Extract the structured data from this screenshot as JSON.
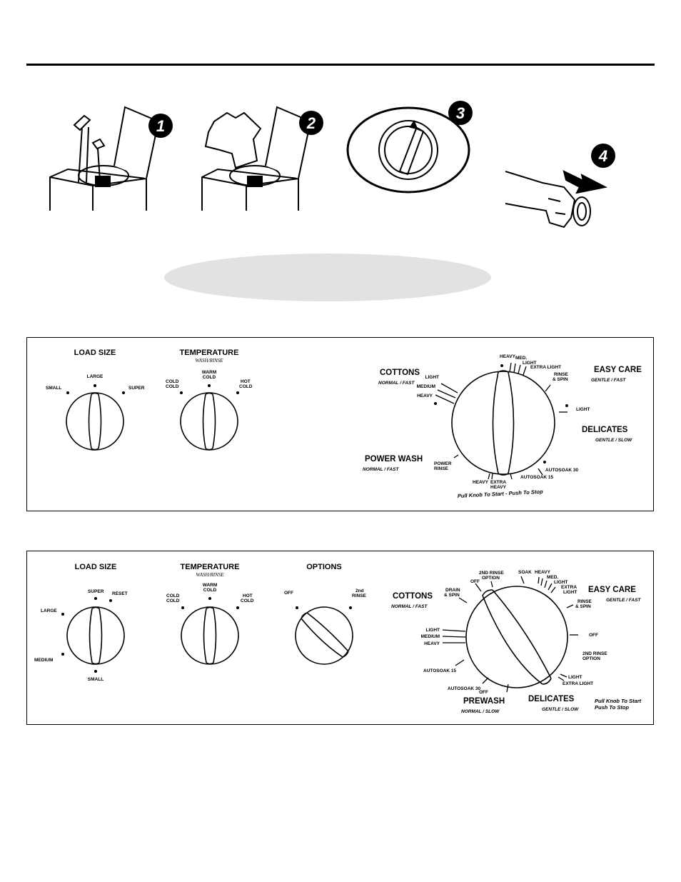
{
  "steps": [
    {
      "number": "1",
      "icon": "washer-open-lid-with-detergent"
    },
    {
      "number": "2",
      "icon": "washer-loading-clothes"
    },
    {
      "number": "3",
      "icon": "control-knob-oval"
    },
    {
      "number": "4",
      "icon": "hand-pulling-knob"
    }
  ],
  "panel1": {
    "load_size": {
      "title": "LOAD SIZE",
      "small": "SMALL",
      "large": "LARGE",
      "super": "SUPER"
    },
    "temperature": {
      "title": "TEMPERATURE",
      "subtitle": "WASH/RINSE",
      "cold1": "COLD",
      "cold2": "COLD",
      "warm1": "WARM",
      "warm2": "COLD",
      "hot1": "HOT",
      "hot2": "COLD"
    },
    "cycle": {
      "cottons": "COTTONS",
      "cottons_sub": "NORMAL / FAST",
      "easy_care": "EASY CARE",
      "easy_care_sub": "GENTLE / FAST",
      "delicates": "DELICATES",
      "delicates_sub": "GENTLE / SLOW",
      "power_wash": "POWER WASH",
      "power_wash_sub": "NORMAL / FAST",
      "light": "LIGHT",
      "medium": "MEDIUM",
      "heavy": "HEAVY",
      "ec_heavy": "HEAVY",
      "ec_med": "MED.",
      "ec_light": "LIGHT",
      "ec_extra_light": "EXTRA LIGHT",
      "rinse1": "RINSE",
      "rinse2": "& SPIN",
      "del_light": "LIGHT",
      "autosoak30": "AUTOSOAK 30",
      "autosoak15": "AUTOSOAK 15",
      "pw_heavy": "HEAVY",
      "extra1": "EXTRA",
      "extra2": "HEAVY",
      "power_rinse1": "POWER",
      "power_rinse2": "RINSE",
      "pull_note": "Pull Knob To Start - Push To Stop"
    }
  },
  "panel2": {
    "load_size": {
      "title": "LOAD SIZE",
      "large": "LARGE",
      "super": "SUPER",
      "reset": "RESET",
      "medium": "MEDIUM",
      "small": "SMALL"
    },
    "temperature": {
      "title": "TEMPERATURE",
      "subtitle": "WASH/RINSE",
      "cold1": "COLD",
      "cold2": "COLD",
      "warm1": "WARM",
      "warm2": "COLD",
      "hot1": "HOT",
      "hot2": "COLD"
    },
    "options": {
      "title": "OPTIONS",
      "off": "OFF",
      "rinse1": "2nd",
      "rinse2": "RINSE"
    },
    "cycle": {
      "cottons": "COTTONS",
      "cottons_sub": "NORMAL / FAST",
      "easy_care": "EASY CARE",
      "easy_care_sub": "GENTLE / FAST",
      "delicates": "DELICATES",
      "delicates_sub": "GENTLE / SLOW",
      "prewash": "PREWASH",
      "prewash_sub": "NORMAL / SLOW",
      "drain1": "DRAIN",
      "drain2": "& SPIN",
      "top_off": "OFF",
      "opt1": "2ND RINSE",
      "opt2": "OPTION",
      "soak": "SOAK",
      "ec_heavy": "HEAVY",
      "ec_med": "MED.",
      "ec_light": "LIGHT",
      "ec_extra1": "EXTRA",
      "ec_extra2": "LIGHT",
      "rinse1": "RINSE",
      "rinse2": "& SPIN",
      "right_off": "OFF",
      "ropt1": "2ND RINSE",
      "ropt2": "OPTION",
      "del_light": "LIGHT",
      "del_extra_light": "EXTRA LIGHT",
      "light": "LIGHT",
      "medium": "MEDIUM",
      "heavy": "HEAVY",
      "autosoak15": "AUTOSOAK 15",
      "autosoak30": "AUTOSOAK 30",
      "bottom_off": "OFF",
      "pull1": "Pull Knob To Start",
      "pull2": "Push To Stop"
    }
  }
}
